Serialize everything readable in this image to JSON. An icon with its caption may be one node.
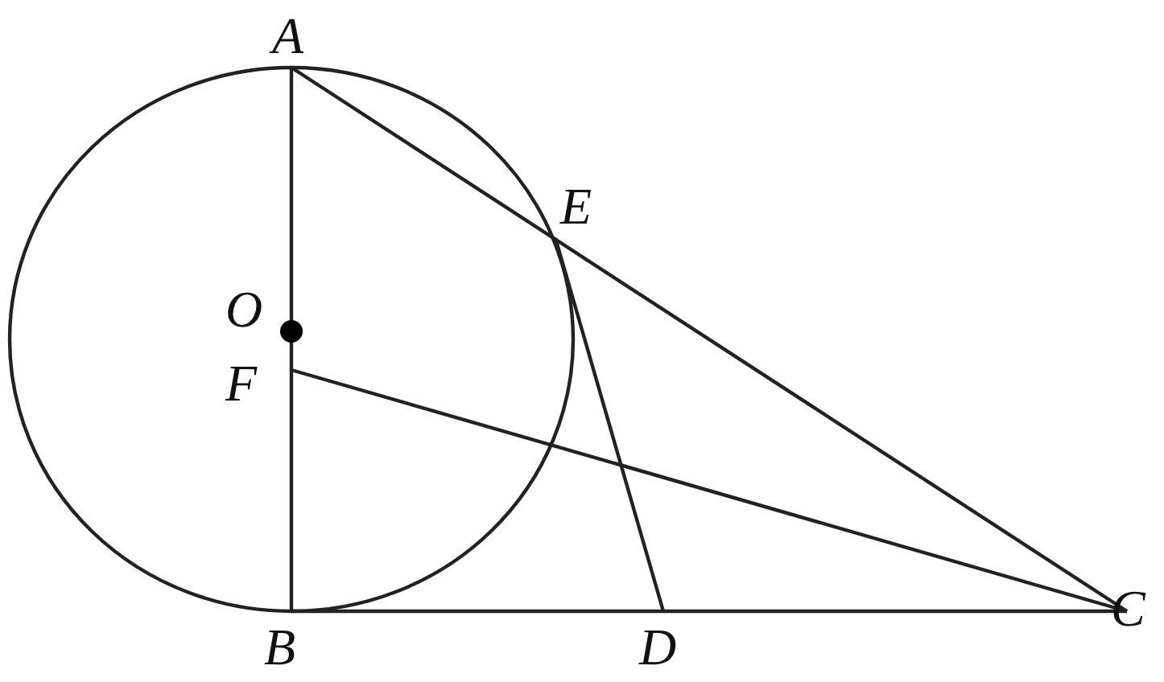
{
  "diagram": {
    "labels": [
      "A",
      "E",
      "O",
      "F",
      "B",
      "D",
      "C"
    ]
  }
}
